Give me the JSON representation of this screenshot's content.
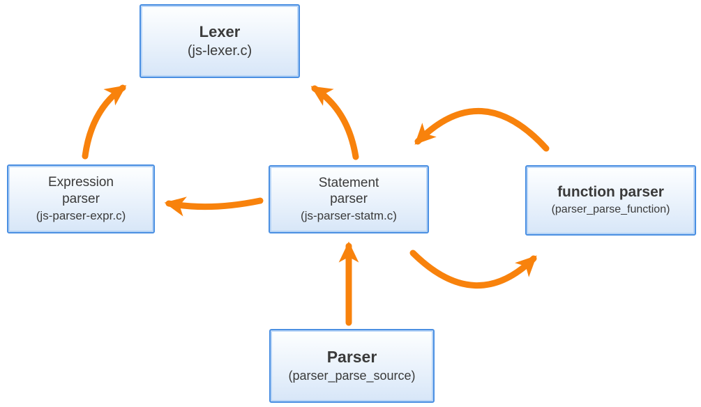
{
  "diagram": {
    "title": "JavaScript parser architecture diagram",
    "colors": {
      "background": "#FFFFFF",
      "arrow": "#F8820C",
      "node_border": "#4A8FE2",
      "node_fill_top": "#FEFFFF",
      "node_fill_bottom": "#D7E6F8",
      "text": "#3A3A3A"
    },
    "nodes": {
      "lexer": {
        "title": "Lexer",
        "subtitle": "(js-lexer.c)"
      },
      "expression_parser": {
        "title": "Expression\nparser",
        "subtitle": "(js-parser-expr.c)"
      },
      "statement_parser": {
        "title": "Statement\nparser",
        "subtitle": "(js-parser-statm.c)"
      },
      "function_parser": {
        "title": "function parser",
        "subtitle": "(parser_parse_function)"
      },
      "parser": {
        "title": "Parser",
        "subtitle": "(parser_parse_source)"
      }
    },
    "edges": [
      {
        "from": "expression_parser",
        "to": "lexer",
        "shape": "curved-up"
      },
      {
        "from": "statement_parser",
        "to": "lexer",
        "shape": "curved-up"
      },
      {
        "from": "statement_parser",
        "to": "expression_parser",
        "shape": "curved-left"
      },
      {
        "from": "function_parser",
        "to": "statement_parser",
        "shape": "arc-over-top"
      },
      {
        "from": "statement_parser",
        "to": "function_parser",
        "shape": "arc-under-bottom"
      },
      {
        "from": "parser",
        "to": "statement_parser",
        "shape": "straight-up"
      }
    ]
  }
}
